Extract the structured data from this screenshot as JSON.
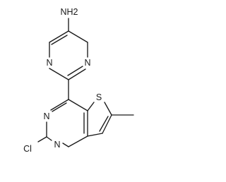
{
  "structure": {
    "atoms": {
      "amine": "NH2",
      "pyrimidine_n_left": "N",
      "pyrimidine_n_right": "N",
      "pyrimidine_n_upper": "N",
      "pyrimidine_n_lower": "N",
      "sulfur": "S",
      "chlorine": "Cl"
    }
  },
  "colors": {
    "ink": "#1a1a1a",
    "background": "#ffffff"
  }
}
